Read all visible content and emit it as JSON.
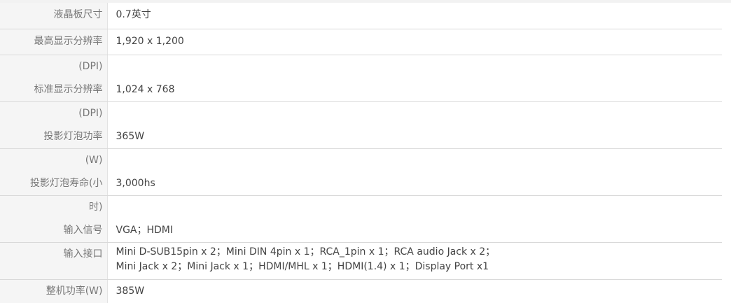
{
  "specs": {
    "rows": [
      {
        "label_lines": [
          "液晶板尺寸"
        ],
        "value_lines": [
          "0.7英寸"
        ]
      },
      {
        "label_lines": [
          "最高显示分辨率"
        ],
        "value_lines": [
          "1,920 x 1,200"
        ]
      },
      {
        "label_lines": [
          "(DPI)",
          "标准显示分辨率"
        ],
        "value_lines": [
          "",
          "1,024 x 768"
        ]
      },
      {
        "label_lines": [
          "(DPI)",
          "投影灯泡功率"
        ],
        "value_lines": [
          "",
          "365W"
        ]
      },
      {
        "label_lines": [
          "(W)",
          "投影灯泡寿命(小"
        ],
        "value_lines": [
          "",
          "3,000hs"
        ]
      },
      {
        "label_lines": [
          "时)",
          "输入信号"
        ],
        "value_lines": [
          "",
          "VGA；HDMI"
        ]
      },
      {
        "label_lines": [
          "输入接口"
        ],
        "value_lines": [
          "Mini D-SUB15pin x 2；Mini DIN 4pin x 1；RCA_1pin x 1；RCA audio Jack x 2；",
          "Mini Jack x 2；Mini Jack x 1；HDMI/MHL x 1；HDMI(1.4) x 1；Display Port x1"
        ]
      },
      {
        "label_lines": [
          "整机功率(W)"
        ],
        "value_lines": [
          "385W"
        ]
      }
    ]
  }
}
